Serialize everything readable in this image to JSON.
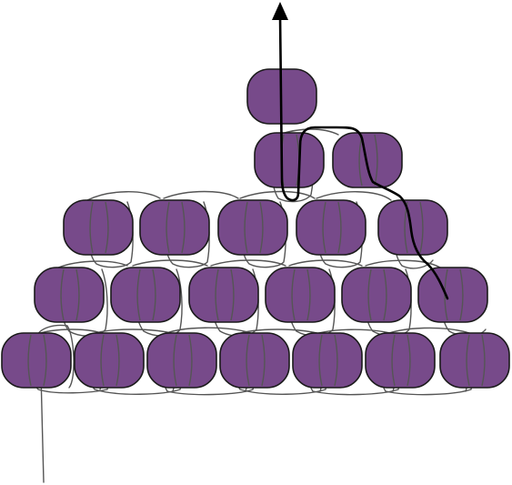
{
  "diagram": {
    "kind": "beadwork-thread-path",
    "rows": [
      {
        "row": 1,
        "bead_count": 1
      },
      {
        "row": 2,
        "bead_count": 2
      },
      {
        "row": 3,
        "bead_count": 5
      },
      {
        "row": 4,
        "bead_count": 6
      },
      {
        "row": 5,
        "bead_count": 7
      }
    ],
    "total_beads": 21,
    "colors": {
      "bead_fill": "#774a8a",
      "bead_stroke": "#1a1a1a",
      "previous_thread": "#555555",
      "current_thread": "#000000",
      "background": "#ffffff"
    },
    "arrow_direction": "up",
    "thread_tail": "bottom-left"
  }
}
